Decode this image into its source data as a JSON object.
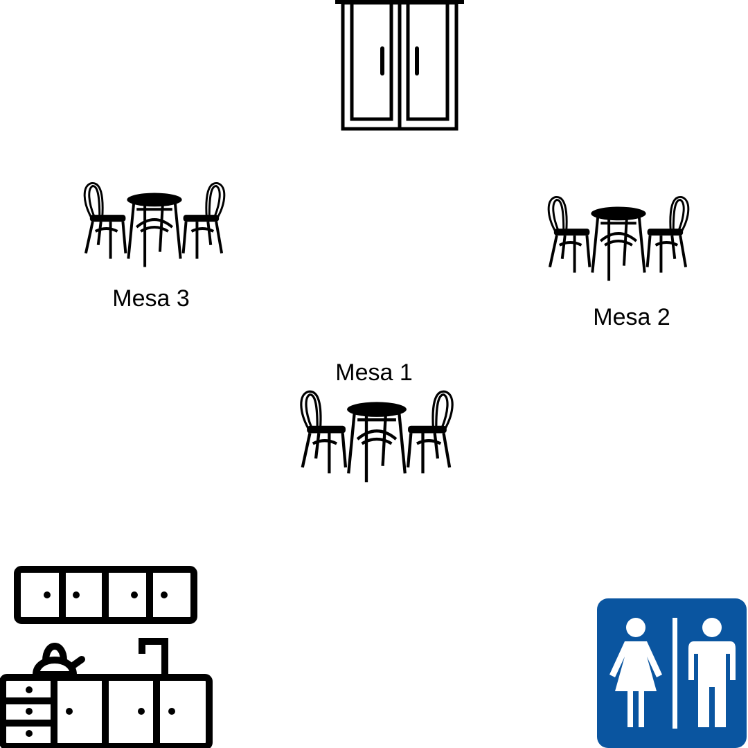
{
  "tables": [
    {
      "label": "Mesa 3"
    },
    {
      "label": "Mesa 2"
    },
    {
      "label": "Mesa 1"
    }
  ],
  "icons": {
    "door": "double-door-icon",
    "table": "bistro-table-set-icon",
    "kitchen": "kitchen-icon",
    "restroom": "restroom-icon"
  },
  "colors": {
    "restroom_sign": "#0a55a0",
    "ink": "#000000"
  }
}
